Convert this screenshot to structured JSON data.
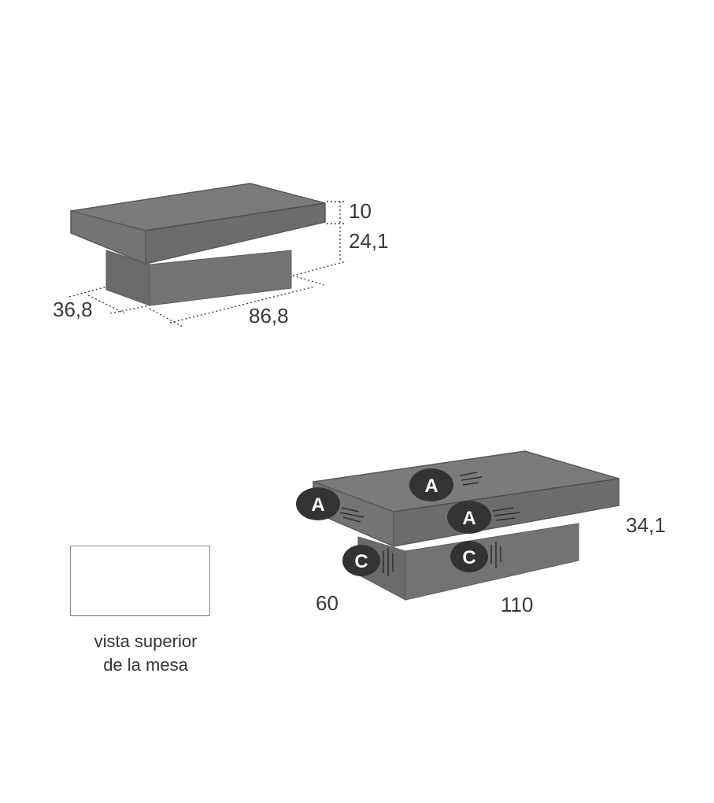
{
  "closed_table": {
    "dimensions": {
      "top_thickness": "10",
      "base_height": "24,1",
      "depth": "36,8",
      "width": "86,8"
    }
  },
  "open_table": {
    "dimensions": {
      "height": "34,1",
      "depth": "60",
      "width": "110"
    },
    "markers": [
      "A",
      "A",
      "A",
      "C",
      "C"
    ]
  },
  "top_view": {
    "caption_line1": "vista superior",
    "caption_line2": "de la mesa"
  },
  "colors": {
    "table_top": "#777777",
    "table_front": "#6a6a6a",
    "table_base": "#727272",
    "badge": "#333333",
    "text": "#3a3a3a"
  }
}
